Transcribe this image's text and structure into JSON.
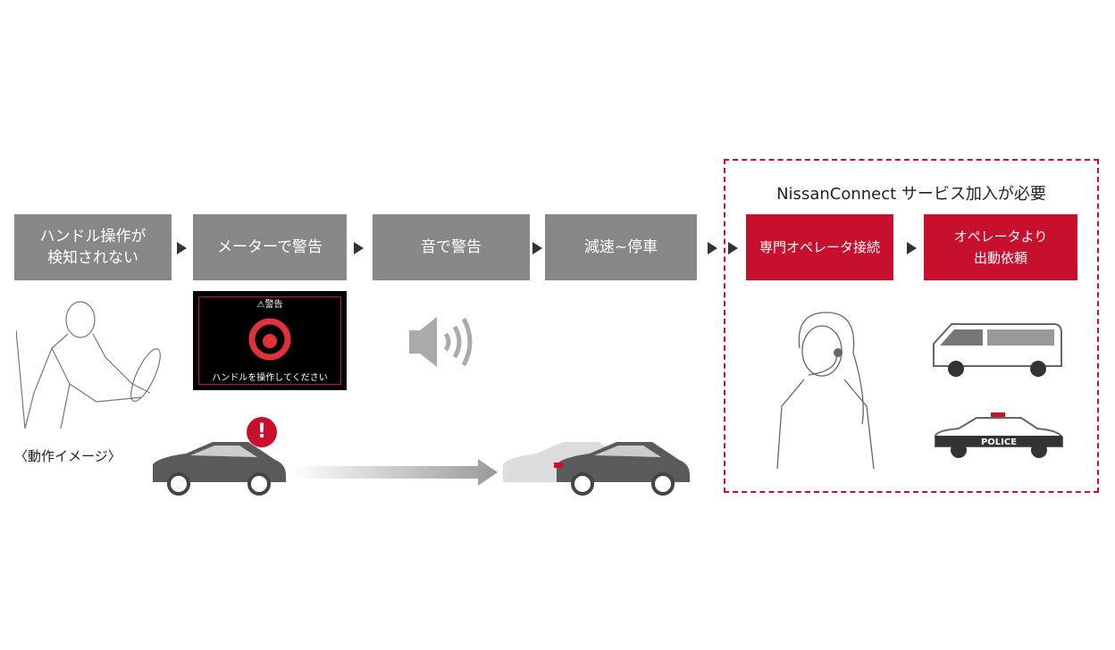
{
  "steps": [
    {
      "label": "ハンドル操作が\n検知されない",
      "color": "#878787"
    },
    {
      "label": "メーターで警告",
      "color": "#878787"
    },
    {
      "label": "音で警告",
      "color": "#878787"
    },
    {
      "label": "減速~停車",
      "color": "#878787"
    },
    {
      "label": "専門オペレータ接続",
      "color": "#c8102e"
    },
    {
      "label": "オペレータより\n出動依頼",
      "color": "#c8102e"
    }
  ],
  "service_label": "NissanConnect サービス加入が必要",
  "meter_display": {
    "title": "⚠警告",
    "message": "ハンドルを操作してください"
  },
  "motion_label": "〈動作イメージ〉",
  "police_label": "POLICE",
  "alert_mark": "!"
}
